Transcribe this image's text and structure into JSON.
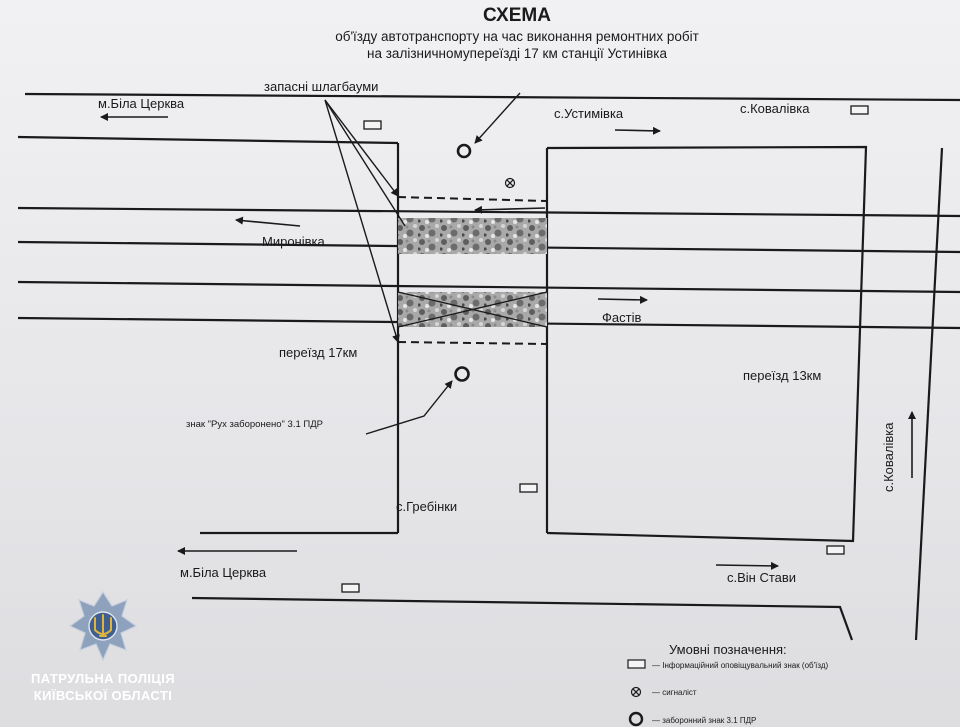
{
  "header": {
    "title": "СХЕМА",
    "subtitle_line1": "об'їзду автотранспорту на час виконання ремонтних робіт",
    "subtitle_line2": "на залізничномупереїзді 17 км станції Устинівка"
  },
  "labels": {
    "bila_tserkva_top": "м.Біла Церква",
    "bila_tserkva_bottom": "м.Біла Церква",
    "ustymivka": "с.Устимівка",
    "kovalivka_top": "с.Ковалівка",
    "kovalivka_right": "с.Ковалівка",
    "spare_barriers": "запасні шлагбауми",
    "myronivka": "Миронівка",
    "fastiv": "Фастів",
    "crossing_17": "переїзд 17км",
    "crossing_13": "переїзд 13км",
    "sign_label": "знак \"Рух заборонено\" 3.1 ПДР",
    "hrebinky": "с.Гребінки",
    "vin_stavy": "с.Він Стави"
  },
  "legend": {
    "title": "Умовні позначення:",
    "info_sign": "— Інформаційний оповіщувальний знак (об'їзд)",
    "signaller": "— сигналіст",
    "forbid_sign": "— заборонний знак 3.1 ПДР"
  },
  "logo": {
    "line1": "ПАТРУЛЬНА ПОЛІЦІЯ",
    "line2": "КИЇВСЬКОЇ ОБЛАСТІ",
    "emblem": "police-star-trident"
  },
  "colors": {
    "ink": "#1a1a1a",
    "paper": "#efeff1",
    "logo_star": "#8fa2bd",
    "logo_trident": "#e0b440",
    "logo_text": "#ffffff"
  }
}
